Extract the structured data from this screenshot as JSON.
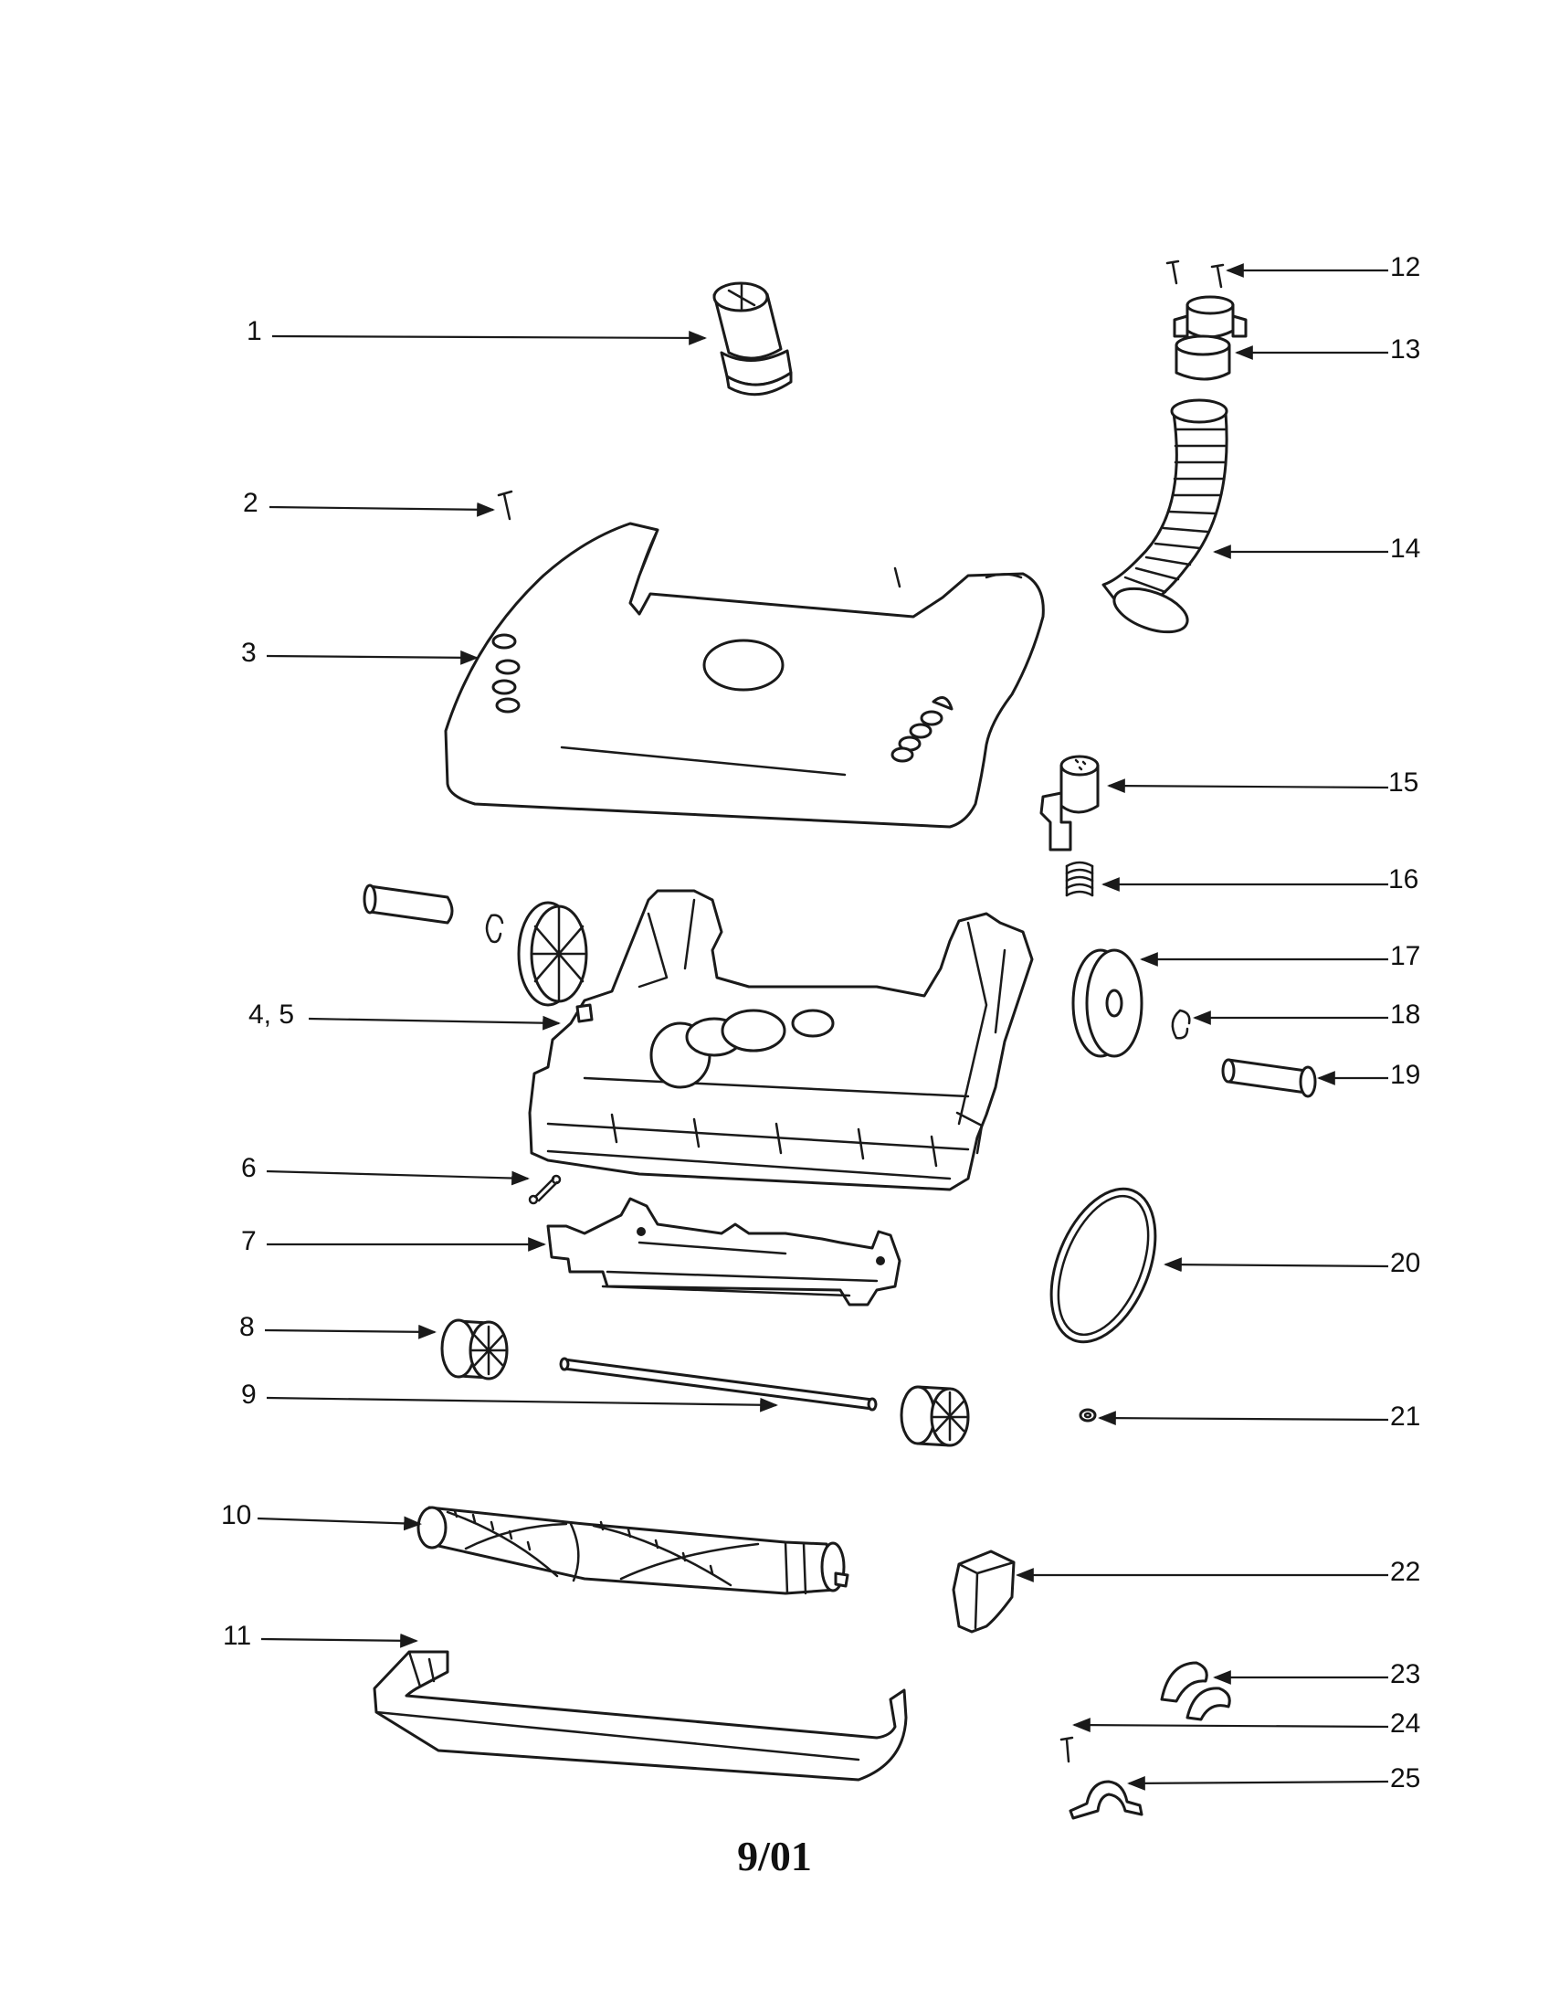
{
  "callouts": [
    {
      "id": "1",
      "label": "1"
    },
    {
      "id": "2",
      "label": "2"
    },
    {
      "id": "3",
      "label": "3"
    },
    {
      "id": "4-5",
      "label": "4, 5"
    },
    {
      "id": "6",
      "label": "6"
    },
    {
      "id": "7",
      "label": "7"
    },
    {
      "id": "8",
      "label": "8"
    },
    {
      "id": "9",
      "label": "9"
    },
    {
      "id": "10",
      "label": "10"
    },
    {
      "id": "11",
      "label": "11"
    },
    {
      "id": "12",
      "label": "12"
    },
    {
      "id": "13",
      "label": "13"
    },
    {
      "id": "14",
      "label": "14"
    },
    {
      "id": "15",
      "label": "15"
    },
    {
      "id": "16",
      "label": "16"
    },
    {
      "id": "17",
      "label": "17"
    },
    {
      "id": "18",
      "label": "18"
    },
    {
      "id": "19",
      "label": "19"
    },
    {
      "id": "20",
      "label": "20"
    },
    {
      "id": "21",
      "label": "21"
    },
    {
      "id": "22",
      "label": "22"
    },
    {
      "id": "23",
      "label": "23"
    },
    {
      "id": "24",
      "label": "24"
    },
    {
      "id": "25",
      "label": "25"
    }
  ],
  "footer": {
    "date": "9/01"
  }
}
